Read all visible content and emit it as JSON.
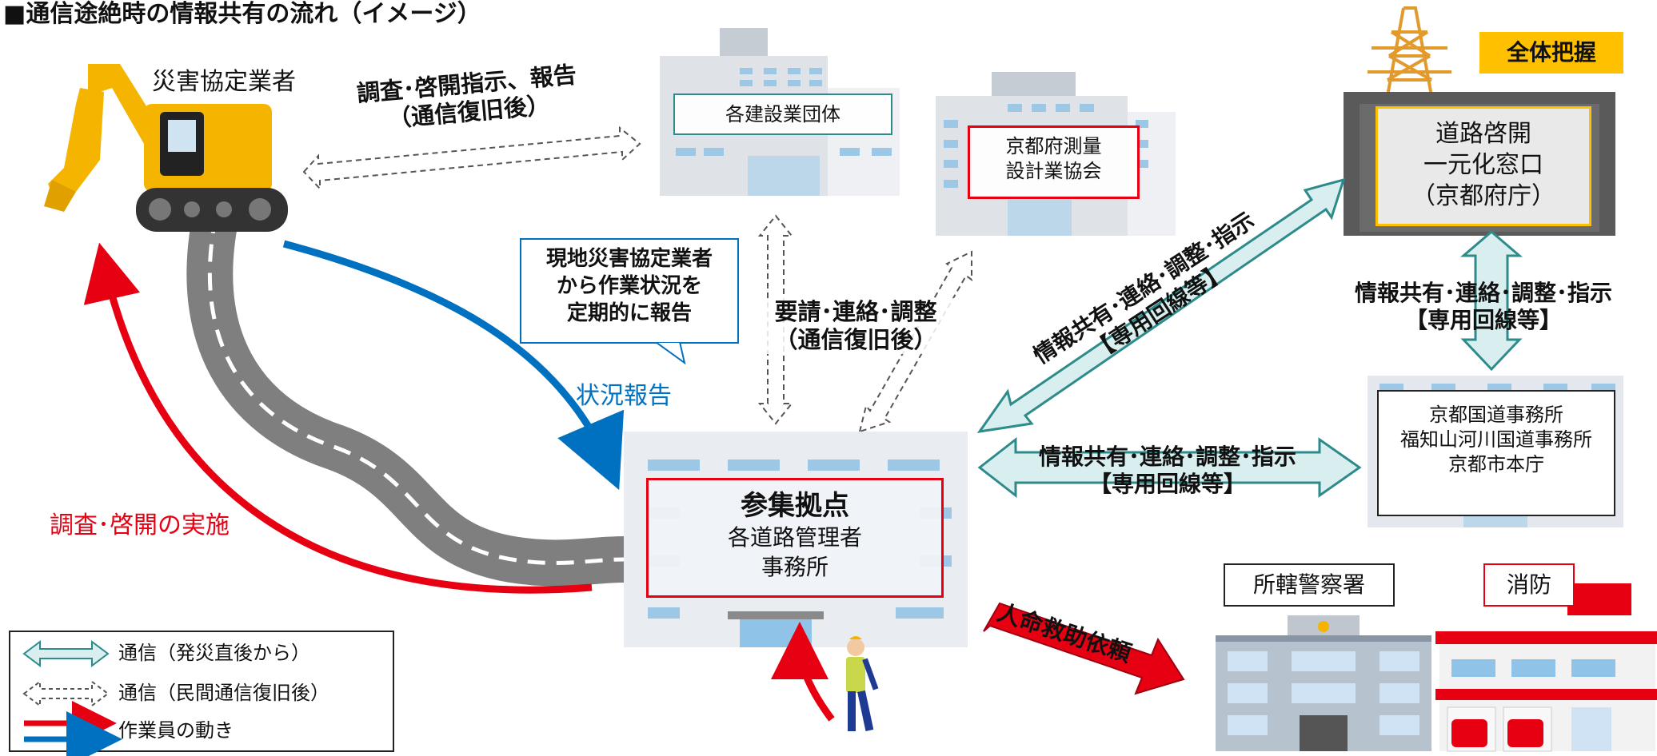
{
  "title": "■通信途絶時の情報共有の流れ（イメージ）",
  "labels": {
    "contractor": "災害協定業者",
    "contractor_flow": [
      "調査･啓開指示、報告",
      "（通信復旧後）"
    ],
    "construction_group": "各建設業団体",
    "survey_assoc": [
      "京都府測量",
      "設計業協会"
    ],
    "overall": "全体把握",
    "central_window": [
      "道路啓開",
      "一元化窓口",
      "（京都府庁）"
    ],
    "callout": [
      "現地災害協定業者",
      "から作業状況を",
      "定期的に報告"
    ],
    "request": [
      "要請･連絡･調整",
      "（通信復旧後）"
    ],
    "status_report": "状況報告",
    "diag_share": [
      "情報共有･連絡･調整･指示",
      "【専用回線等】"
    ],
    "right_share": [
      "情報共有･連絡･調整･指示",
      "【専用回線等】"
    ],
    "mid_share": [
      "情報共有･連絡･調整･指示",
      "【専用回線等】"
    ],
    "national_offices": [
      "京都国道事務所",
      "福知山河川国道事務所",
      "京都市本庁"
    ],
    "hub_title": "参集拠点",
    "hub_sub": [
      "各道路管理者",
      "事務所"
    ],
    "survey_open": "調査･啓開の実施",
    "rescue": "人命救助依頼",
    "police": "所轄警察署",
    "fire": "消防"
  },
  "legend": [
    {
      "icon": "double-arrow-solid",
      "label": "通信（発災直後から）"
    },
    {
      "icon": "double-arrow-dashed",
      "label": "通信（民間通信復旧後）"
    },
    {
      "icon": "worker-movement-arrow",
      "label": "作業員の動き"
    }
  ],
  "colors": {
    "red": "#e60012",
    "blue": "#0070c0",
    "teal": "#2e8b8b",
    "yellow": "#ffc000",
    "arrow_fill": "#d9eeee",
    "road": "#7f7f7f"
  }
}
